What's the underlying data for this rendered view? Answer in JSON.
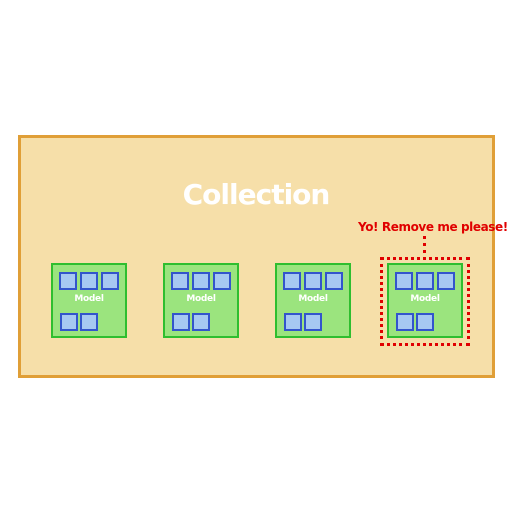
{
  "diagram": {
    "collection_label": "Collection",
    "callout_text": "Yo! Remove me please!",
    "models": [
      {
        "label": "Model"
      },
      {
        "label": "Model"
      },
      {
        "label": "Model"
      },
      {
        "label": "Model",
        "marked_for_removal": true
      }
    ]
  },
  "colors": {
    "collection_fill": "#f6dfa9",
    "collection_border": "#e09f37",
    "model_fill": "#9be47e",
    "model_border": "#2fbe2f",
    "cell_fill": "#a6c8f2",
    "cell_border": "#3355cc",
    "callout": "#e00000"
  }
}
